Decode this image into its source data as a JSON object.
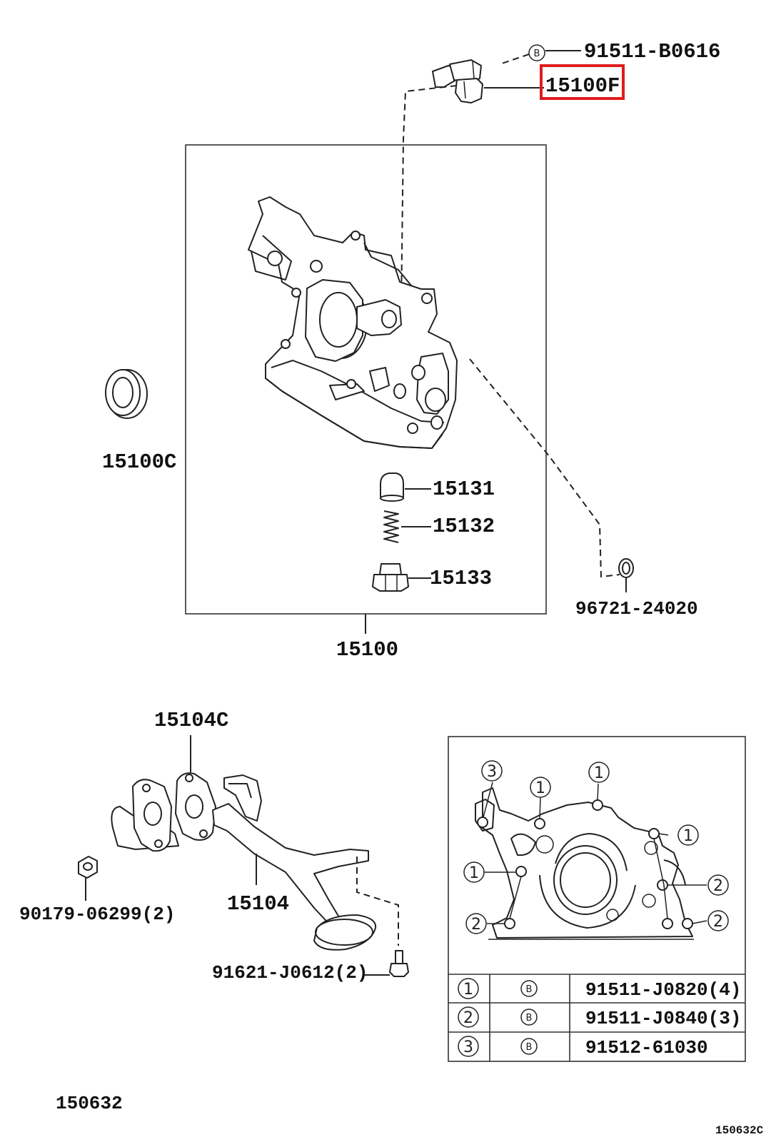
{
  "callouts": {
    "bolt_top": "91511-B0616",
    "sensor": "15100F",
    "oil_seal": "15100C",
    "relief_valve": "15131",
    "spring": "15132",
    "plug": "15133",
    "gasket_ring": "96721-24020",
    "pump_assy": "15100",
    "strainer_gasket": "15104C",
    "strainer": "15104",
    "nut": "90179-06299(2)",
    "bolt_strainer": "91621-J0612(2)",
    "diagram_number": "150632",
    "diagram_number_small": "150632C"
  },
  "bolt_marks": {
    "b_symbol": "B",
    "callout_1": "1",
    "callout_2": "2",
    "callout_3": "3"
  },
  "bolt_table": {
    "rows": [
      {
        "num": "1",
        "symbol": "B",
        "part": "91511-J0820(4)"
      },
      {
        "num": "2",
        "symbol": "B",
        "part": "91511-J0840(3)"
      },
      {
        "num": "3",
        "symbol": "B",
        "part": "91512-61030"
      }
    ]
  },
  "colors": {
    "highlight": "#e01b1b",
    "ink": "#222222"
  }
}
